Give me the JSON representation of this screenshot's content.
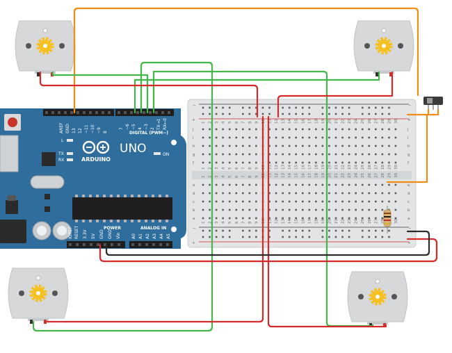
{
  "arduino": {
    "board_label": "UNO",
    "brand": "ARDUINO",
    "digital_header_label": "DIGITAL (PWM~)",
    "power_label": "POWER",
    "analog_label": "ANALOG IN",
    "on_label": "ON",
    "led_labels": [
      "L",
      "TX",
      "RX"
    ],
    "digital_pins": [
      "AREF",
      "GND",
      "13",
      "12",
      "~11",
      "~10",
      "~9",
      "8",
      "7",
      "~6",
      "~5",
      "4",
      "~3",
      "2",
      "TX→1",
      "RX←0"
    ],
    "power_pins": [
      "IOREF",
      "RESET",
      "3.3V",
      "5V",
      "GND",
      "GND",
      "Vin"
    ],
    "analog_pins": [
      "A0",
      "A1",
      "A2",
      "A3",
      "A4",
      "A5"
    ]
  },
  "breadboard": {
    "row_letters_top": [
      "j",
      "i",
      "h",
      "g",
      "f"
    ],
    "row_letters_bottom": [
      "e",
      "d",
      "c",
      "b",
      "a"
    ],
    "rail_minus": "−",
    "rail_plus": "+",
    "column_count": 30
  },
  "motors": [
    {
      "name": "motor-top-left"
    },
    {
      "name": "motor-top-right"
    },
    {
      "name": "motor-bottom-left"
    },
    {
      "name": "motor-bottom-right"
    }
  ],
  "colors": {
    "board": "#2e6d9c",
    "wire_orange": "#f28c18",
    "wire_green": "#44b548",
    "wire_red": "#d62a2a",
    "wire_black": "#2b2b2b",
    "motor_body": "#d6d8da",
    "gear": "#f6c021"
  }
}
